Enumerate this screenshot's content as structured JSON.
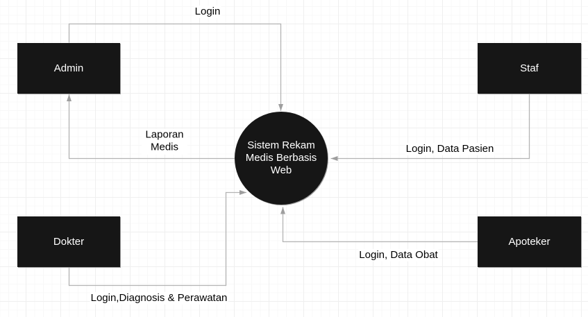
{
  "diagram": {
    "type": "context-diagram",
    "process": {
      "label": "Sistem Rekam Medis Berbasis Web"
    },
    "entities": [
      {
        "id": "admin",
        "label": "Admin"
      },
      {
        "id": "staf",
        "label": "Staf"
      },
      {
        "id": "dokter",
        "label": "Dokter"
      },
      {
        "id": "apoteker",
        "label": "Apoteker"
      }
    ],
    "flows": [
      {
        "from": "Admin",
        "to": "Sistem Rekam Medis Berbasis Web",
        "label": "Login"
      },
      {
        "from": "Sistem Rekam Medis Berbasis Web",
        "to": "Admin",
        "label": "Laporan Medis"
      },
      {
        "from": "Staf",
        "to": "Sistem Rekam Medis Berbasis Web",
        "label": "Login, Data Pasien"
      },
      {
        "from": "Dokter",
        "to": "Sistem Rekam Medis Berbasis Web",
        "label": "Login,Diagnosis & Perawatan"
      },
      {
        "from": "Apoteker",
        "to": "Sistem Rekam Medis Berbasis Web",
        "label": "Login, Data Obat"
      }
    ],
    "colors": {
      "node_fill": "#161616",
      "node_text": "#ffffff",
      "line": "#b3b3b3",
      "arrowhead": "#9e9e9e",
      "label_text": "#000000",
      "background": "#ffffff",
      "grid_minor": "#f8f8f8",
      "grid_major": "#efefef"
    }
  }
}
